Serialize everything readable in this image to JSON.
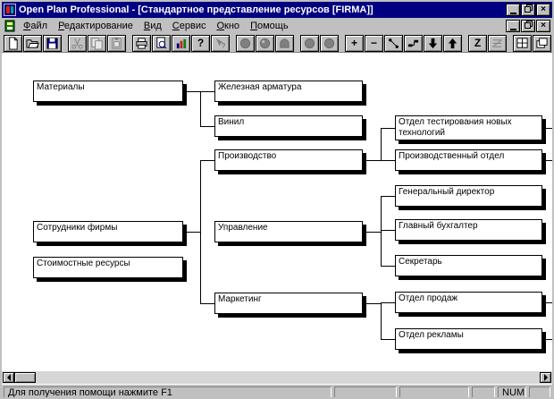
{
  "window": {
    "title": "Open Plan Professional - [Стандартное представление ресурсов [FIRMA]]"
  },
  "menu": {
    "items": [
      {
        "name": "file",
        "label": "Файл"
      },
      {
        "name": "edit",
        "label": "Редактирование"
      },
      {
        "name": "view",
        "label": "Вид"
      },
      {
        "name": "service",
        "label": "Сервис"
      },
      {
        "name": "window",
        "label": "Окно"
      },
      {
        "name": "help",
        "label": "Помощь"
      }
    ]
  },
  "toolbar": {
    "buttons": [
      {
        "name": "new-file",
        "icon": "blank-page"
      },
      {
        "name": "open-file",
        "icon": "open-folder"
      },
      {
        "name": "save-file",
        "icon": "floppy-disk"
      },
      {
        "name": "cut",
        "icon": "scissors",
        "disabled": true,
        "gap": true
      },
      {
        "name": "copy",
        "icon": "two-pages",
        "disabled": true
      },
      {
        "name": "paste",
        "icon": "clipboard",
        "disabled": true
      },
      {
        "name": "print",
        "icon": "printer",
        "gap": true
      },
      {
        "name": "print-preview",
        "icon": "page-magnifier"
      },
      {
        "name": "views",
        "icon": "mini-chart"
      },
      {
        "name": "help",
        "icon": "question-mark"
      },
      {
        "name": "context-help",
        "icon": "arrow-question",
        "disabled": true
      },
      {
        "name": "shape-circle",
        "icon": "circle",
        "disabled": true,
        "gap": true
      },
      {
        "name": "shape-circle-dot",
        "icon": "circle-dot",
        "disabled": true
      },
      {
        "name": "shape-arch",
        "icon": "arch",
        "disabled": true
      },
      {
        "name": "shape-circle-2",
        "icon": "circle",
        "disabled": true,
        "gap": true
      },
      {
        "name": "shape-circle-3",
        "icon": "circle",
        "disabled": true
      },
      {
        "name": "expand",
        "icon": "plus",
        "gap": true
      },
      {
        "name": "collapse",
        "icon": "minus"
      },
      {
        "name": "link-nodes",
        "icon": "linked-dots"
      },
      {
        "name": "step-layout",
        "icon": "steps"
      },
      {
        "name": "move-down",
        "icon": "down-arrow"
      },
      {
        "name": "move-up",
        "icon": "up-arrow"
      },
      {
        "name": "zoom-mode",
        "icon": "letter-z",
        "gap": true
      },
      {
        "name": "stacked-view",
        "icon": "stacked-lines",
        "disabled": true
      },
      {
        "name": "window-split",
        "icon": "window-grid",
        "gap": true
      },
      {
        "name": "window-cascade",
        "icon": "cascade-windows"
      }
    ]
  },
  "tree": {
    "nodes": {
      "materials": {
        "label": "Материалы"
      },
      "iron": {
        "label": "Железная арматура"
      },
      "vinyl": {
        "label": "Винил"
      },
      "production": {
        "label": "Производство"
      },
      "staff": {
        "label": "Сотрудники фирмы"
      },
      "cost": {
        "label": "Стоимостные ресурсы"
      },
      "management": {
        "label": "Управление"
      },
      "marketing": {
        "label": "Маркетинг"
      },
      "testing_dept": {
        "label": "Отдел тестирования новых технологий"
      },
      "production_dept": {
        "label": "Производственный отдел"
      },
      "director": {
        "label": "Генеральный директор"
      },
      "accountant": {
        "label": "Главный бухгалтер"
      },
      "secretary": {
        "label": "Секретарь"
      },
      "sales_dept": {
        "label": "Отдел продаж"
      },
      "advertising_dept": {
        "label": "Отдел рекламы"
      }
    }
  },
  "status": {
    "help_text": "Для получения помощи нажмите F1",
    "num_label": "NUM"
  },
  "colors": {
    "titlebar": "#000080",
    "window_bg": "#c0c0c0",
    "canvas_bg": "#ffffff",
    "box_border": "#000000"
  }
}
